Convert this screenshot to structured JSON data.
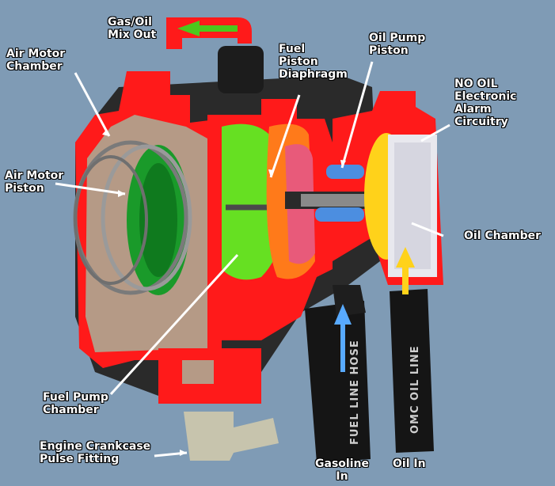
{
  "labels": {
    "gas_oil": [
      "Gas/Oil",
      "Mix Out"
    ],
    "air_motor_chamber": [
      "Air Motor",
      "Chamber"
    ],
    "fuel_piston": [
      "Fuel",
      "Piston",
      "Diaphragm"
    ],
    "oil_pump_piston": [
      "Oil Pump",
      "Piston"
    ],
    "no_oil": [
      "NO OIL",
      "Electronic",
      "Alarm",
      "Circuitry"
    ],
    "air_motor_piston": [
      "Air Motor",
      "Piston"
    ],
    "oil_chamber": [
      "Oil Chamber"
    ],
    "fuel_pump_chamber": [
      "Fuel Pump",
      "Chamber"
    ],
    "engine_crankcase": [
      "Engine Crankcase",
      "Pulse Fitting"
    ],
    "gasoline_in": [
      "Gasoline",
      "In"
    ],
    "oil_in": [
      "Oil In"
    ]
  },
  "hose_text": {
    "fuel": "FUEL LINE HOSE",
    "oil": "OMC OIL LINE"
  },
  "colors": {
    "background": "#7f9bb5",
    "housing_red": "#ff1a1a",
    "fuel_chamber_green": "#66e022",
    "diaphragm_orange": "#ff7a1a",
    "oil_chamber_yellow": "#ffd21a",
    "piston_blue": "#4c8ee0",
    "arrow_green": "#4cc81c",
    "arrow_blue": "#58aaff",
    "arrow_yellow": "#ffd21a"
  }
}
